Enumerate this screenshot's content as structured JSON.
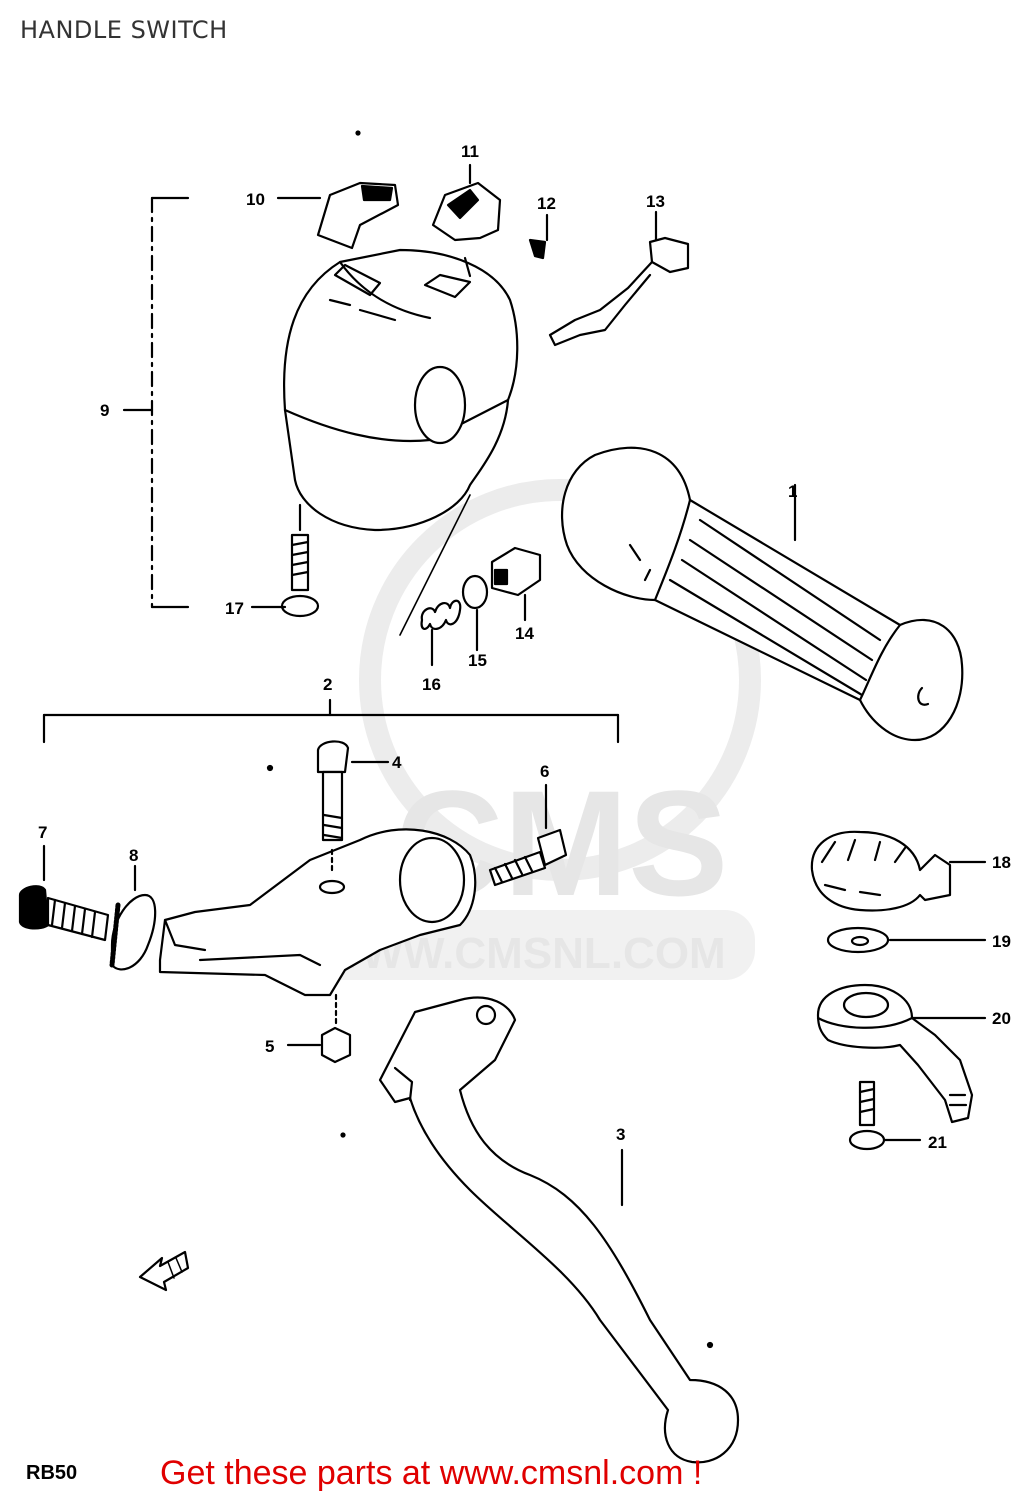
{
  "title": "HANDLE SWITCH",
  "model_code": "RB50",
  "footer_link": "Get these parts at www.cmsnl.com !",
  "watermark": {
    "brand": "CMS",
    "url": "WWW.CMSNL.COM"
  },
  "callouts": [
    {
      "id": "1",
      "label": "1"
    },
    {
      "id": "2",
      "label": "2"
    },
    {
      "id": "3",
      "label": "3"
    },
    {
      "id": "4",
      "label": "4"
    },
    {
      "id": "5",
      "label": "5"
    },
    {
      "id": "6",
      "label": "6"
    },
    {
      "id": "7",
      "label": "7"
    },
    {
      "id": "8",
      "label": "8"
    },
    {
      "id": "9",
      "label": "9"
    },
    {
      "id": "10",
      "label": "10"
    },
    {
      "id": "11",
      "label": "11"
    },
    {
      "id": "12",
      "label": "12"
    },
    {
      "id": "13",
      "label": "13"
    },
    {
      "id": "14",
      "label": "14"
    },
    {
      "id": "15",
      "label": "15"
    },
    {
      "id": "16",
      "label": "16"
    },
    {
      "id": "17",
      "label": "17"
    },
    {
      "id": "18",
      "label": "18"
    },
    {
      "id": "19",
      "label": "19"
    },
    {
      "id": "20",
      "label": "20"
    },
    {
      "id": "21",
      "label": "21"
    }
  ]
}
